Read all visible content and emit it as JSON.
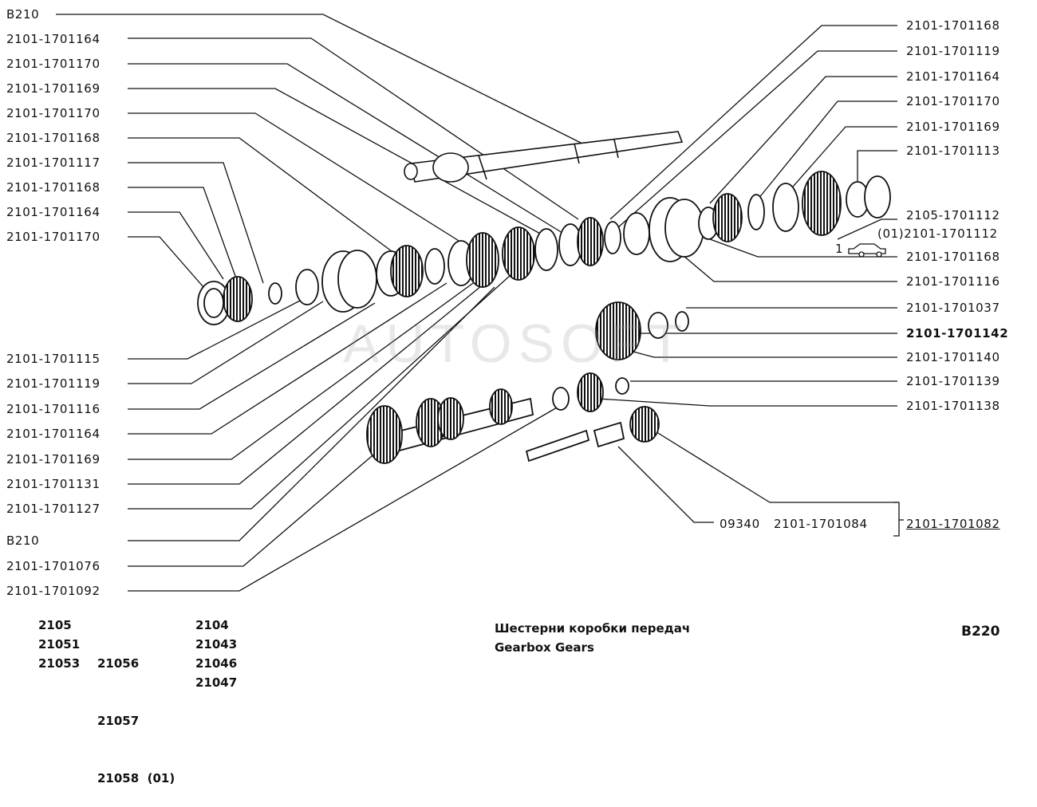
{
  "watermark": "AUTOSOFT",
  "labels_left": [
    "B210",
    "2101-1701164",
    "2101-1701170",
    "2101-1701169",
    "2101-1701170",
    "2101-1701168",
    "2101-1701117",
    "2101-1701168",
    "2101-1701164",
    "2101-1701170"
  ],
  "labels_left_bottom": [
    "2101-1701115",
    "2101-1701119",
    "2101-1701116",
    "2101-1701164",
    "2101-1701169",
    "2101-1701131",
    "2101-1701127",
    "B210",
    "2101-1701076",
    "2101-1701092"
  ],
  "labels_right": [
    "2101-1701168",
    "2101-1701119",
    "2101-1701164",
    "2101-1701170",
    "2101-1701169",
    "2101-1701113",
    "2105-1701112",
    "(01)2101-1701112",
    "2101-1701168",
    "2101-1701116",
    "2101-1701037",
    "2101-1701142",
    "2101-1701140",
    "2101-1701139",
    "2101-1701138"
  ],
  "bottom_parts": {
    "left": "09340",
    "middle": "2101-1701084",
    "right": "2101-1701082"
  },
  "marker_one": "1",
  "models": {
    "col1": [
      "2105",
      "21051",
      "21053"
    ],
    "col2": [
      "21056",
      "21057",
      "21058  (01)"
    ],
    "col3": [
      "2104",
      "21043",
      "21046",
      "21047"
    ]
  },
  "title_ru": "Шестерни коробки передач",
  "title_en": "Gearbox Gears",
  "page_code": "B220",
  "colors": {
    "ink": "#111111",
    "paper": "#ffffff"
  }
}
